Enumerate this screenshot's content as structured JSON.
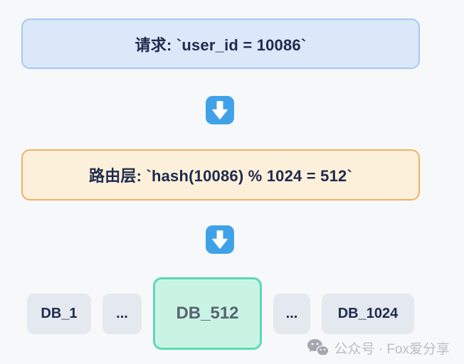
{
  "diagram": {
    "request_box": {
      "label": "请求: `user_id = 10086`"
    },
    "routing_box": {
      "label": "路由层: `hash(10086) % 1024 = 512`"
    },
    "flow_arrows": [
      {
        "icon": "down-arrow-icon"
      },
      {
        "icon": "down-arrow-icon"
      }
    ],
    "databases": [
      {
        "label": "DB_1",
        "highlighted": false
      },
      {
        "label": "...",
        "highlighted": false
      },
      {
        "label": "DB_512",
        "highlighted": true
      },
      {
        "label": "...",
        "highlighted": false
      },
      {
        "label": "DB_1024",
        "highlighted": false
      }
    ]
  },
  "watermark": {
    "icon": "wechat-icon",
    "text": "公众号 · Fox爱分享"
  },
  "colors": {
    "page_background": "#f7f8fa",
    "request_box_bg": "#dbe8fa",
    "request_box_border": "#a6c8f1",
    "routing_box_bg": "#fcf0db",
    "routing_box_border": "#f0b164",
    "db_box_bg": "#e4e8ef",
    "db_selected_bg": "#c9f4e4",
    "db_selected_border": "#5fd8b6",
    "arrow_blue": "#3fa2e9",
    "text_dark": "#1e2b4c",
    "db_selected_text": "#5a6372",
    "watermark_gray": "#b9bdc5"
  }
}
